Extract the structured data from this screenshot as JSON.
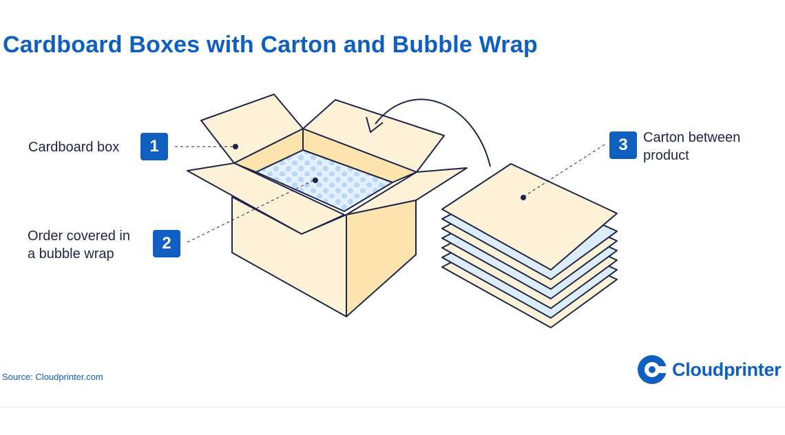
{
  "title": "Cardboard Boxes with Carton and Bubble Wrap",
  "callouts": [
    {
      "number": "1",
      "label": "Cardboard box"
    },
    {
      "number": "2",
      "label_line1": "Order covered in",
      "label_line2": "a bubble wrap"
    },
    {
      "number": "3",
      "label_line1": "Carton between",
      "label_line2": "product"
    }
  ],
  "source": "Source: Cloudprinter.com",
  "logo": {
    "name": "Cloudprinter"
  },
  "colors": {
    "brand_blue": "#0f5fc0",
    "outline": "#1c2547",
    "carton_light": "#fdf2d8",
    "carton_shade": "#fde3ad",
    "bubble_sheet": "#dcecfb",
    "bubble_dot": "#b9d8f7"
  }
}
